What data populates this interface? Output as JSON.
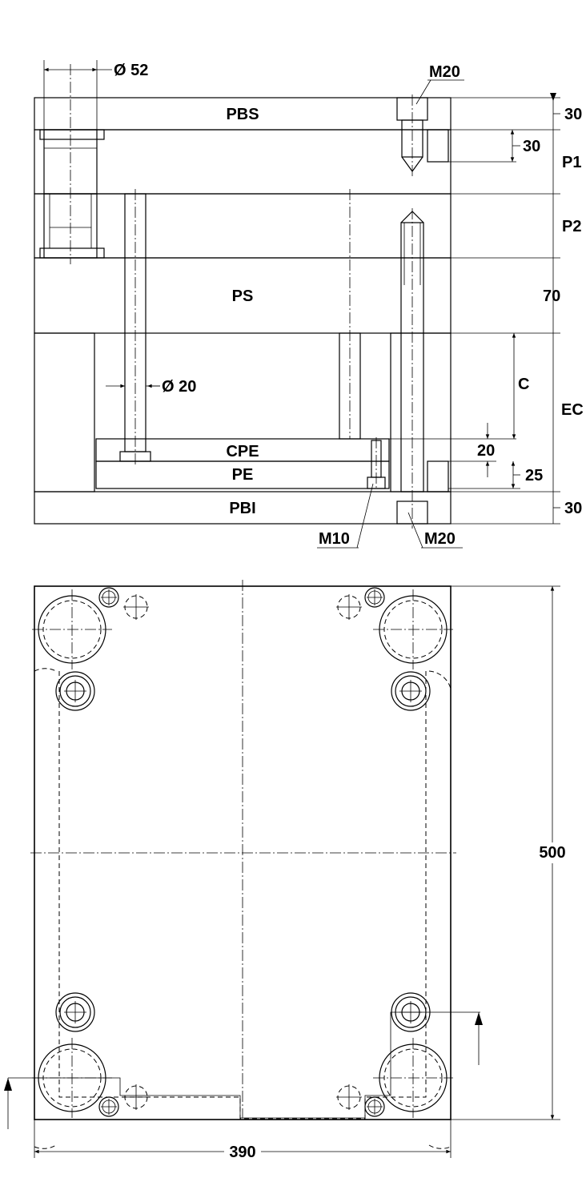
{
  "section_view": {
    "plates": {
      "pbs": "PBS",
      "ps": "PS",
      "cpe": "CPE",
      "pe": "PE",
      "pbi": "PBI"
    },
    "callouts": {
      "dia_52": "Ø 52",
      "dia_20": "Ø 20",
      "m20_top": "M20",
      "m10": "M10",
      "m20_bottom": "M20"
    },
    "dimensions": {
      "pbs_thickness": "30",
      "p1_inner": "30",
      "p1": "P1",
      "p2": "P2",
      "ps_thickness": "70",
      "c": "C",
      "ec": "EC",
      "cpe_thickness": "20",
      "pe_thickness": "25",
      "pbi_thickness": "30"
    }
  },
  "plan_view": {
    "height": "500",
    "width": "390"
  },
  "colors": {
    "line": "#000000",
    "background": "#ffffff"
  }
}
